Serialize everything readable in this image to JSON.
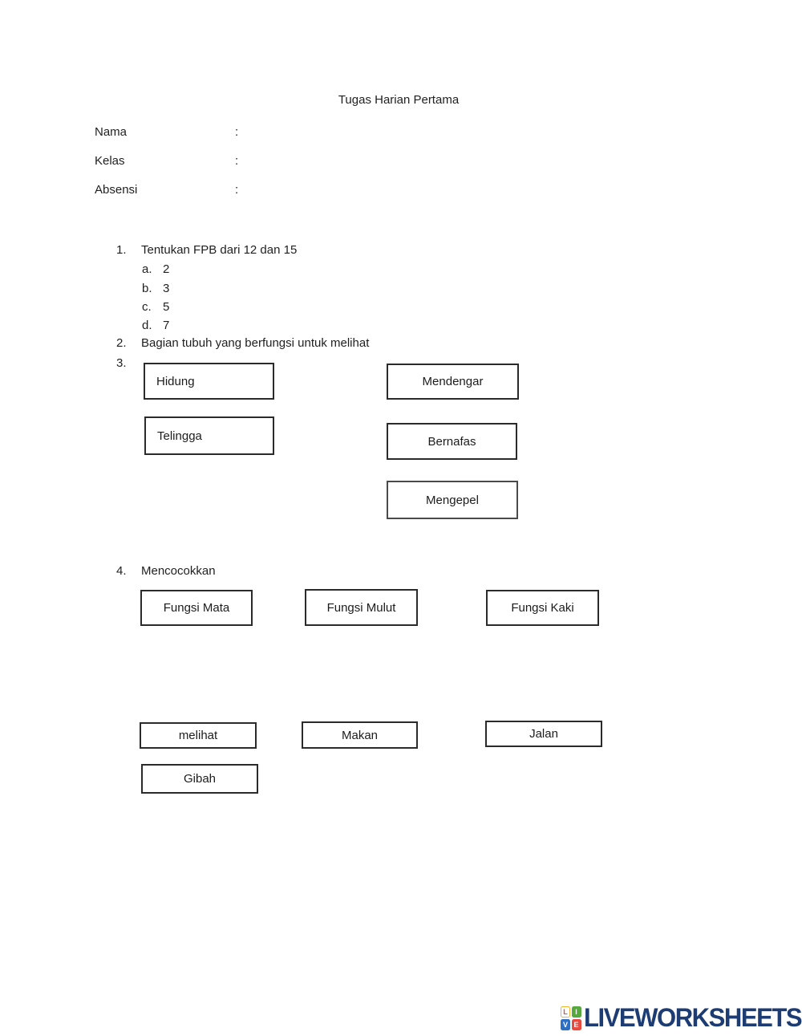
{
  "document": {
    "title": "Tugas Harian Pertama",
    "header_fields": [
      {
        "label": "Nama",
        "separator": ":"
      },
      {
        "label": "Kelas",
        "separator": ":"
      },
      {
        "label": "Absensi",
        "separator": ":"
      }
    ],
    "questions": {
      "q1": {
        "number": "1.",
        "text": "Tentukan FPB dari 12 dan 15",
        "options": [
          {
            "letter": "a.",
            "value": "2"
          },
          {
            "letter": "b.",
            "value": "3"
          },
          {
            "letter": "c.",
            "value": "5"
          },
          {
            "letter": "d.",
            "value": "7"
          }
        ]
      },
      "q2": {
        "number": "2.",
        "text": "Bagian tubuh yang berfungsi untuk melihat"
      },
      "q3": {
        "number": "3.",
        "left_boxes": [
          "Hidung",
          "Telingga"
        ],
        "right_boxes": [
          "Mendengar",
          "Bernafas",
          "Mengepel"
        ]
      },
      "q4": {
        "number": "4.",
        "text": "Mencocokkan",
        "category_boxes": [
          "Fungsi Mata",
          "Fungsi Mulut",
          "Fungsi Kaki"
        ],
        "answer_boxes": [
          "melihat",
          "Makan",
          "Jalan",
          "Gibah"
        ]
      }
    }
  },
  "footer": {
    "logo": {
      "text": "LIVEWORKSHEETS",
      "color": "#1d3c74",
      "tiles": [
        {
          "letter": "L",
          "bg": "#ffffff",
          "fg": "#e84a3f",
          "border": "#f2b428"
        },
        {
          "letter": "I",
          "bg": "#57a83f",
          "fg": "#ffffff",
          "border": ""
        },
        {
          "letter": "V",
          "bg": "#2e6fc3",
          "fg": "#ffffff",
          "border": ""
        },
        {
          "letter": "E",
          "bg": "#e84a3f",
          "fg": "#ffffff",
          "border": ""
        }
      ]
    }
  }
}
